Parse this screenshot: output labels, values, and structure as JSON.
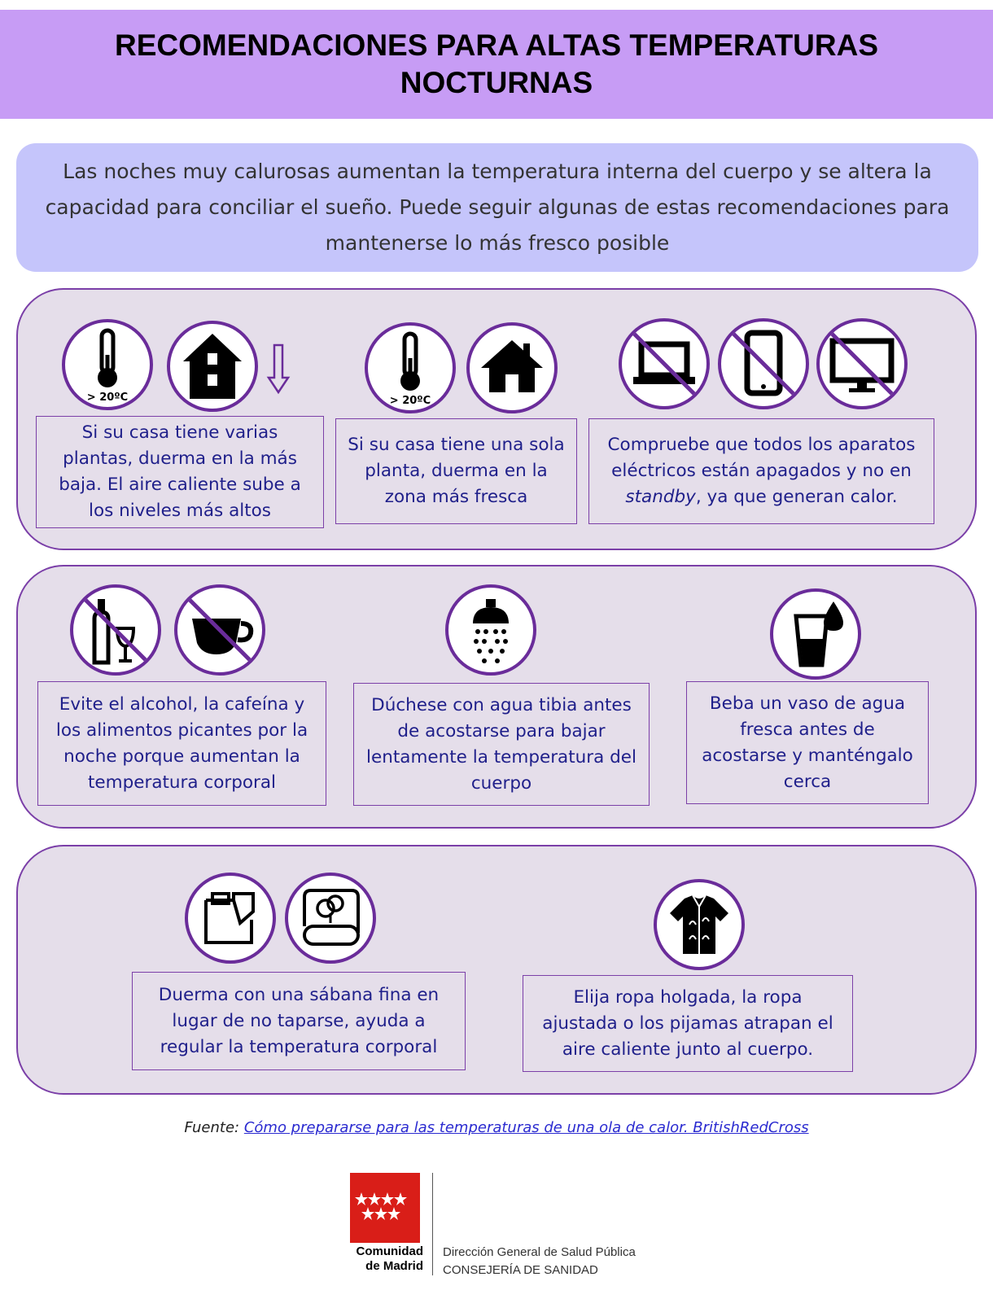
{
  "header": {
    "title": "RECOMENDACIONES PARA ALTAS TEMPERATURAS NOCTURNAS"
  },
  "intro": {
    "text": "Las noches muy calurosas aumentan la temperatura interna del cuerpo y se altera la capacidad para conciliar el sueño. Puede seguir algunas de estas recomendaciones para mantenerse lo más fresco posible"
  },
  "icons": {
    "temp_label": "> 20ºC"
  },
  "row1": {
    "rec1": "Si su casa tiene varias plantas, duerma en la más baja. El aire caliente sube a los niveles más altos",
    "rec2": "Si su casa tiene una sola planta, duerma en la zona más fresca",
    "rec3_before": "Compruebe que todos los aparatos eléctricos están apagados y no en ",
    "rec3_em": "standby",
    "rec3_after": ", ya que generan calor."
  },
  "row2": {
    "rec1": "Evite el alcohol, la cafeína y los alimentos picantes por la noche porque aumentan la temperatura corporal",
    "rec2": "Dúchese con agua tibia antes de acostarse para bajar lentamente la temperatura del cuerpo",
    "rec3": "Beba un vaso de agua fresca antes de acostarse y manténgalo cerca"
  },
  "row3": {
    "rec1": "Duerma con una sábana fina en lugar de no taparse, ayuda a regular la temperatura corporal",
    "rec2": "Elija ropa holgada, la ropa ajustada o los pijamas atrapan el aire caliente junto al cuerpo."
  },
  "source": {
    "label": "Fuente:",
    "link_text": "Cómo prepararse para las temperaturas de una ola de calor. BritishRedCross"
  },
  "logo": {
    "name_line1": "Comunidad",
    "name_line2": "de Madrid",
    "dept_line1": "Dirección General de Salud Pública",
    "dept_line2": "CONSEJERÍA DE SANIDAD"
  },
  "colors": {
    "header_bg": "#c79cf5",
    "intro_bg": "#c5c5fb",
    "panel_bg": "#e5deea",
    "accent": "#6a2c9a",
    "text": "#1f1f8a",
    "flag_red": "#d91e18"
  }
}
